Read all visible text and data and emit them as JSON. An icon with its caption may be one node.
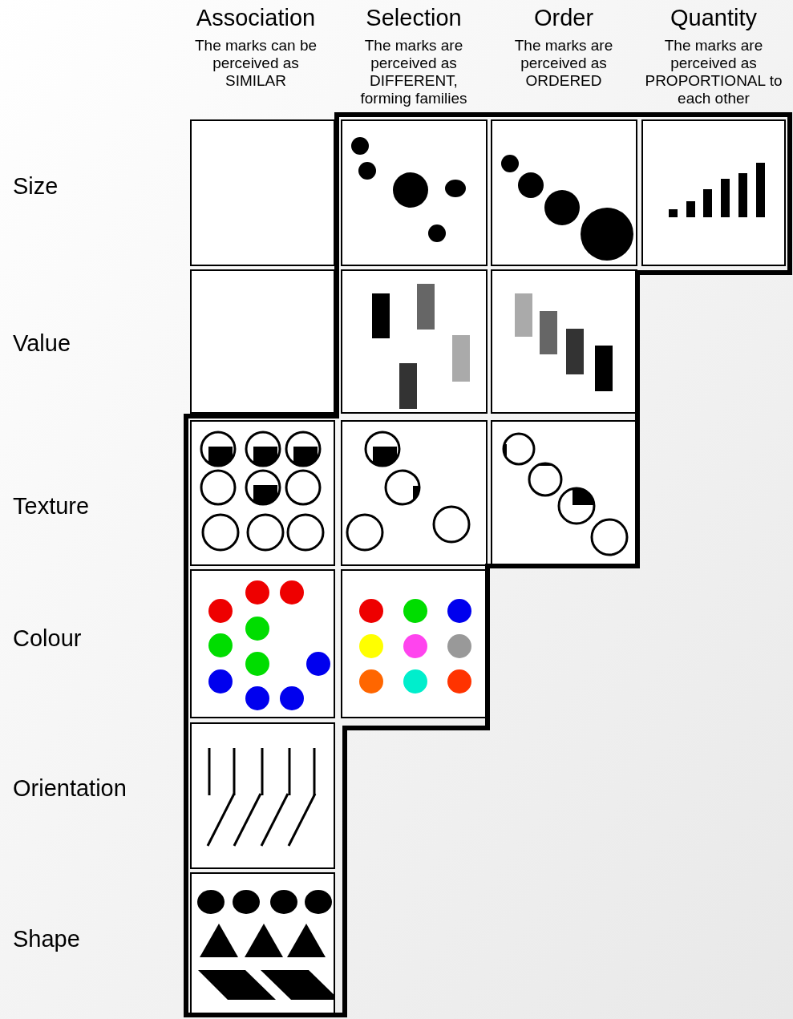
{
  "diagram": {
    "labels": [
      "Association",
      "Selection",
      "Order",
      "Quantity",
      "The marks can be perceived as SIMILAR",
      "The marks are perceived as DIFFERENT, forming families",
      "The marks are perceived as ORDERED",
      "The marks are perceived as PROPORTIONAL to each other",
      "Size",
      "Value",
      "Texture",
      "Colour",
      "Orientation",
      "Shape"
    ]
  }
}
